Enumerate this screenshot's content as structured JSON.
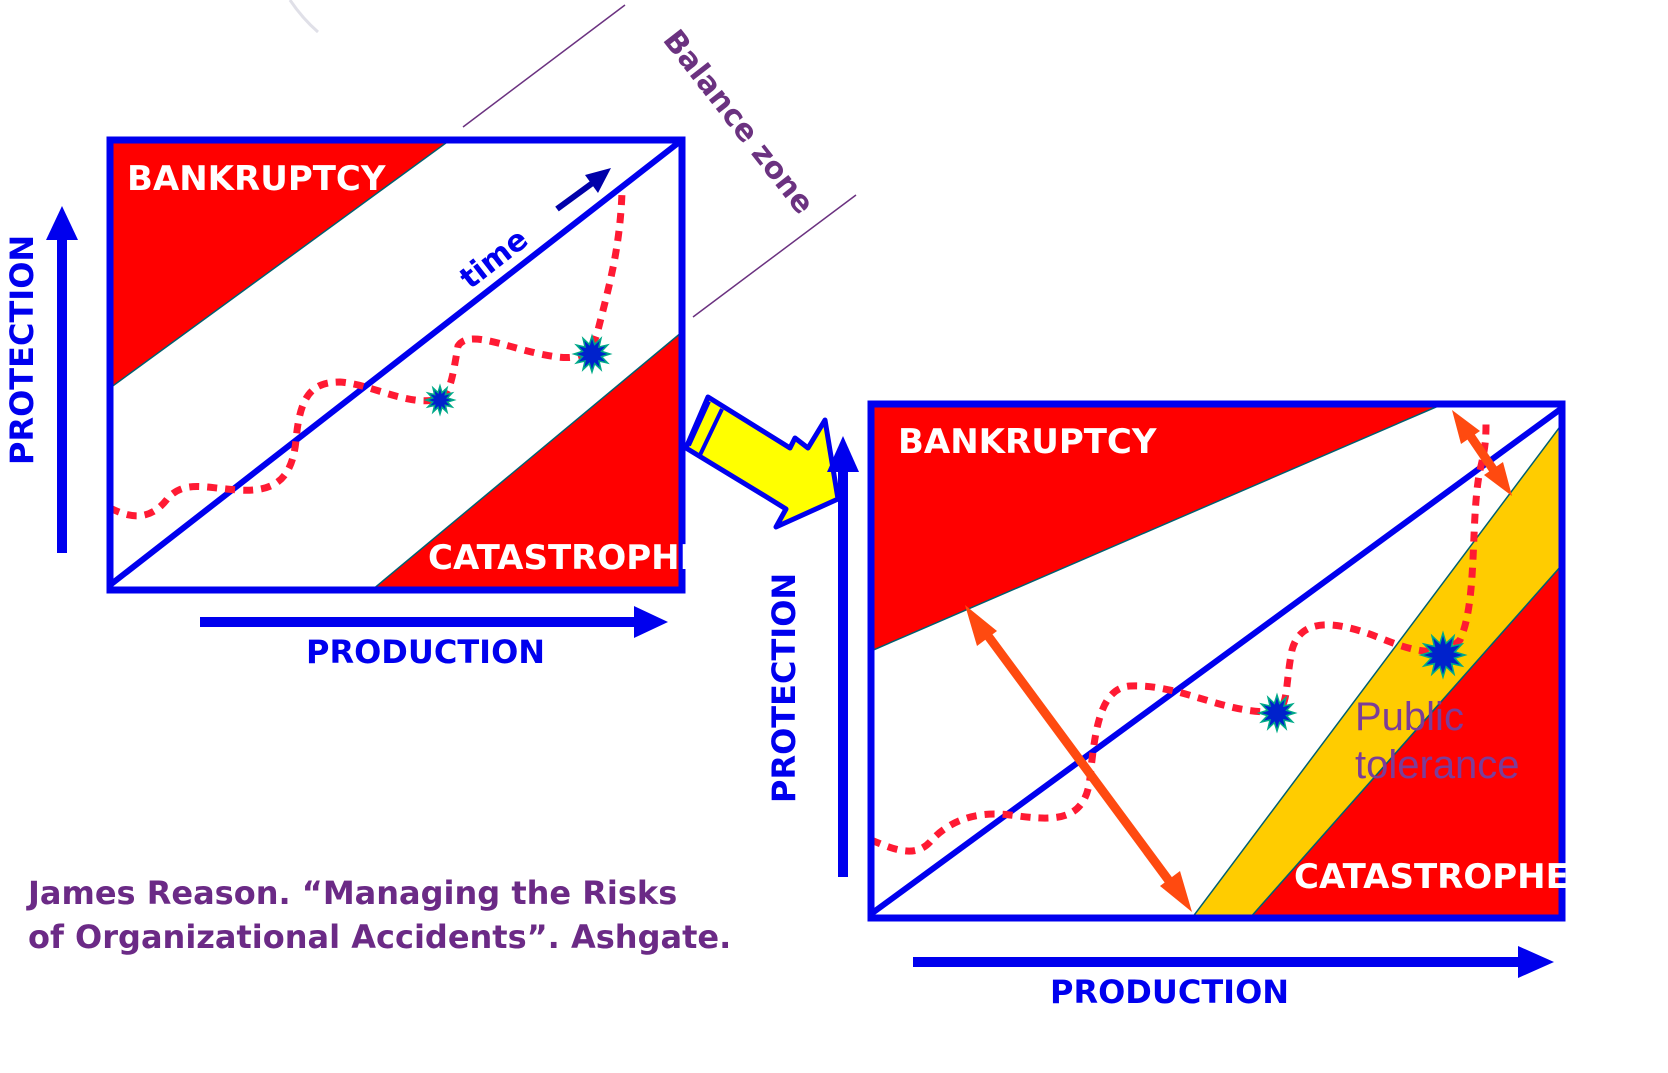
{
  "colors": {
    "frame": "#0000ee",
    "danger_zone": "#ff0000",
    "tolerance_band": "#ffcc00",
    "path": "#ff1a33",
    "double_arrow": "#ff4a10",
    "transition_arrow": "#ffff00",
    "incident_burst": "#0022cc"
  },
  "icons": {
    "incident": "starburst-icon",
    "transition": "yellow-arrow-icon"
  },
  "left_diagram": {
    "zone_top": "BANKRUPTCY",
    "zone_bottom": "CATASTROPHE",
    "x_axis": "PRODUCTION",
    "y_axis": "PROTECTION",
    "trend_label": "time"
  },
  "right_diagram": {
    "zone_top": "BANKRUPTCY",
    "zone_bottom": "CATASTROPHE",
    "x_axis": "PRODUCTION",
    "y_axis": "PROTECTION",
    "band_label_line1": "Public",
    "band_label_line2": "tolerance"
  },
  "balance_zone_label": "Balance zone",
  "citation": {
    "line1": "James Reason. “Managing the Risks",
    "line2": "of Organizational Accidents”. Ashgate."
  }
}
